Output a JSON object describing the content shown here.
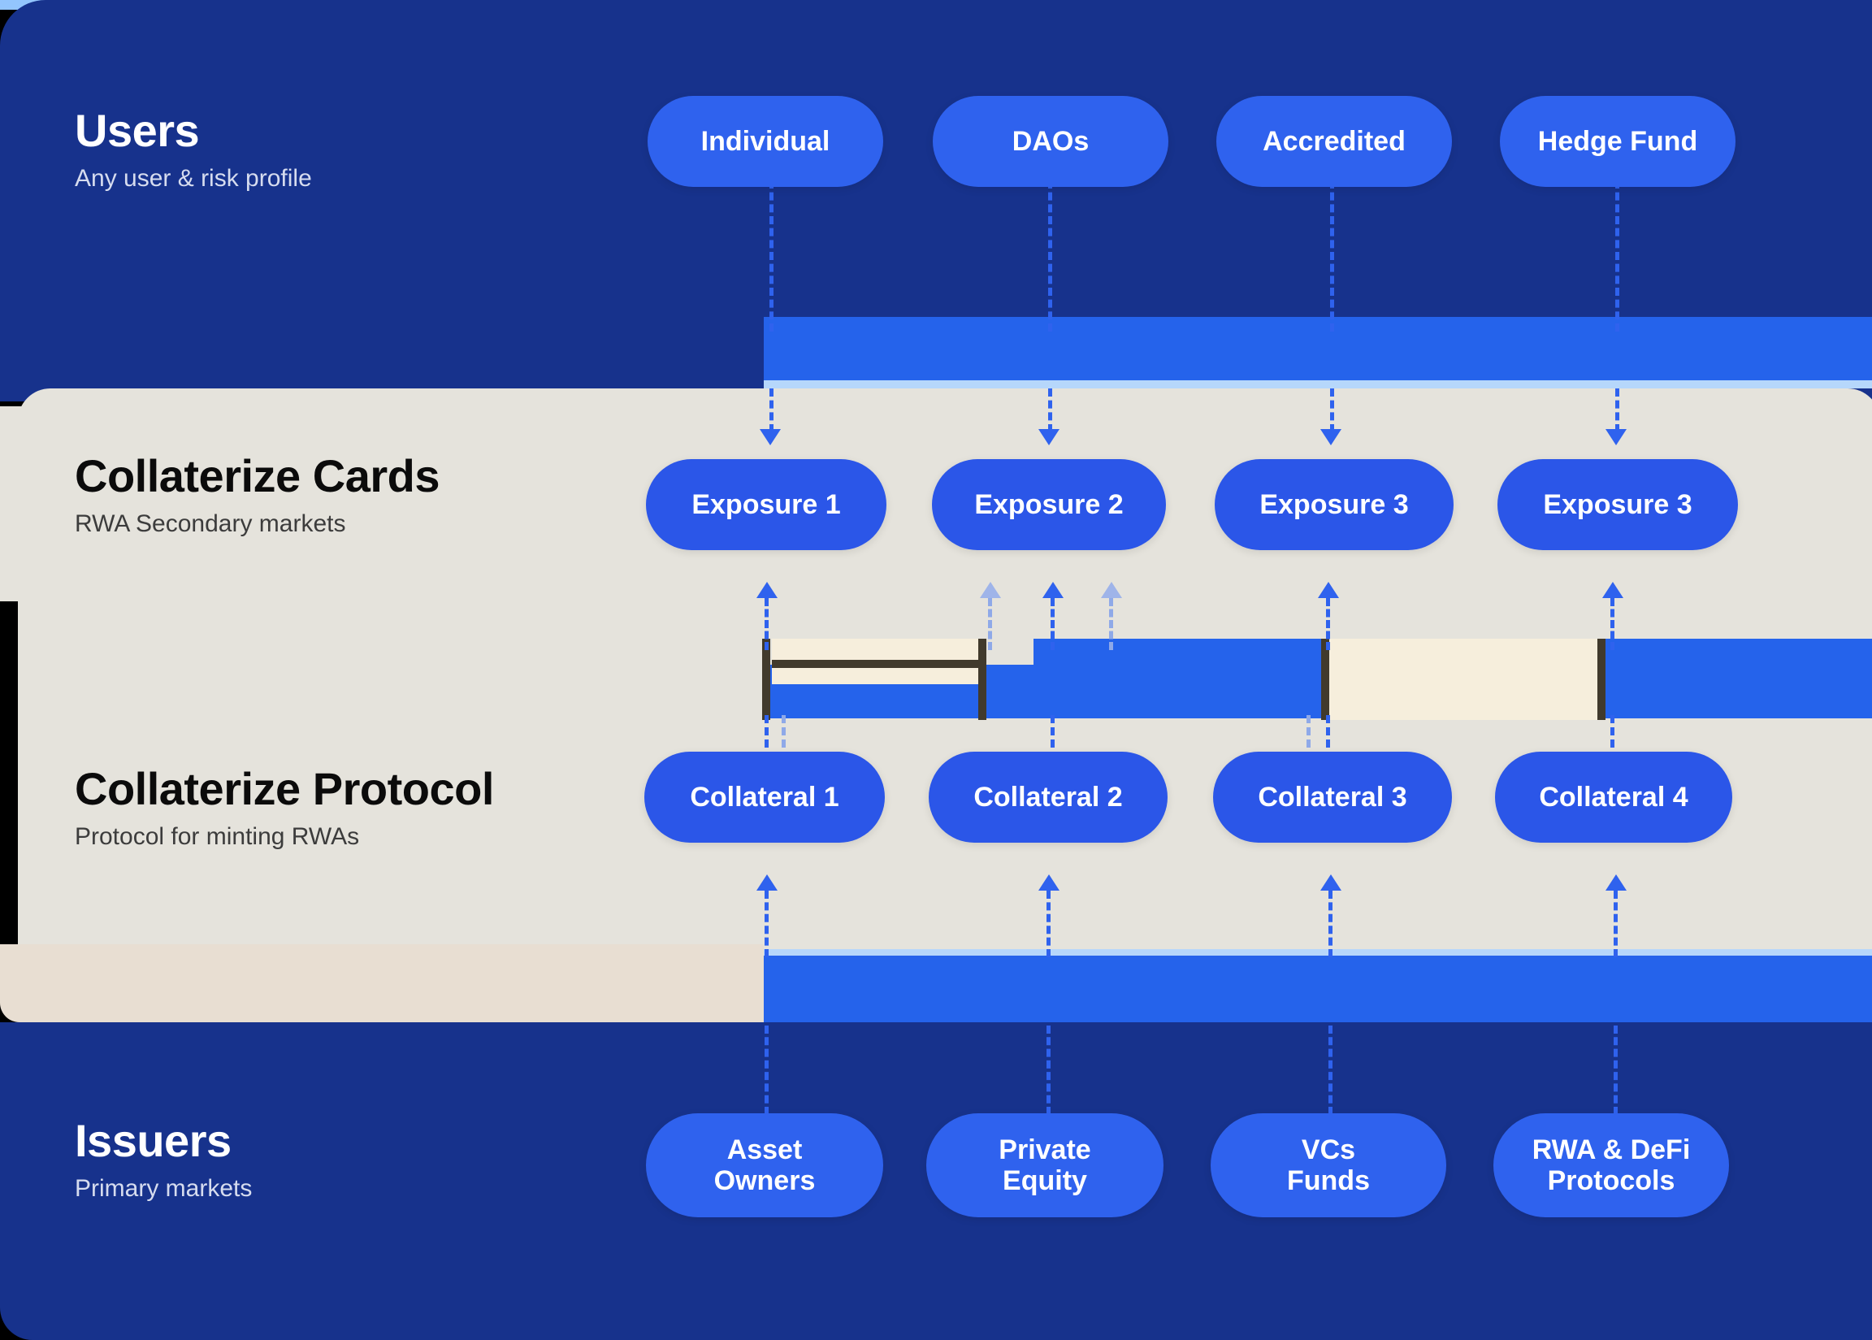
{
  "diagram": {
    "title_text_colors": {
      "navy_bg": "#17328C",
      "panel_bg": "#E5E3DC",
      "warm_panel_bg": "#E8DED2",
      "pill_blue": "#2B56E8",
      "pill_blue_light": "#2F62EE",
      "connector_blue": "#2563EB",
      "underline_light_blue": "#B6D7FB",
      "cream_band": "#F6EEDC",
      "dark_band": "#413A2C"
    },
    "sections": [
      {
        "key": "users",
        "title": "Users",
        "subtitle": "Any user & risk profile",
        "theme": "navy",
        "nodes": [
          "Individual",
          "DAOs",
          "Accredited",
          "Hedge Fund"
        ]
      },
      {
        "key": "cards",
        "title": "Collaterize Cards",
        "subtitle": "RWA Secondary markets",
        "theme": "light",
        "nodes": [
          "Exposure 1",
          "Exposure 2",
          "Exposure 3",
          "Exposure 3"
        ]
      },
      {
        "key": "protocol",
        "title": "Collaterize Protocol",
        "subtitle": "Protocol for minting RWAs",
        "theme": "light",
        "nodes": [
          "Collateral 1",
          "Collateral 2",
          "Collateral 3",
          "Collateral 4"
        ]
      },
      {
        "key": "issuers",
        "title": "Issuers",
        "subtitle": "Primary markets",
        "theme": "navy",
        "nodes": [
          "Asset\nOwners",
          "Private\nEquity",
          "VCs\nFunds",
          "RWA & DeFi\nProtocols"
        ]
      }
    ],
    "flow": {
      "users_to_cards_direction": "down",
      "cards_from_protocol_direction": "up",
      "protocol_from_issuers_direction": "up"
    }
  }
}
